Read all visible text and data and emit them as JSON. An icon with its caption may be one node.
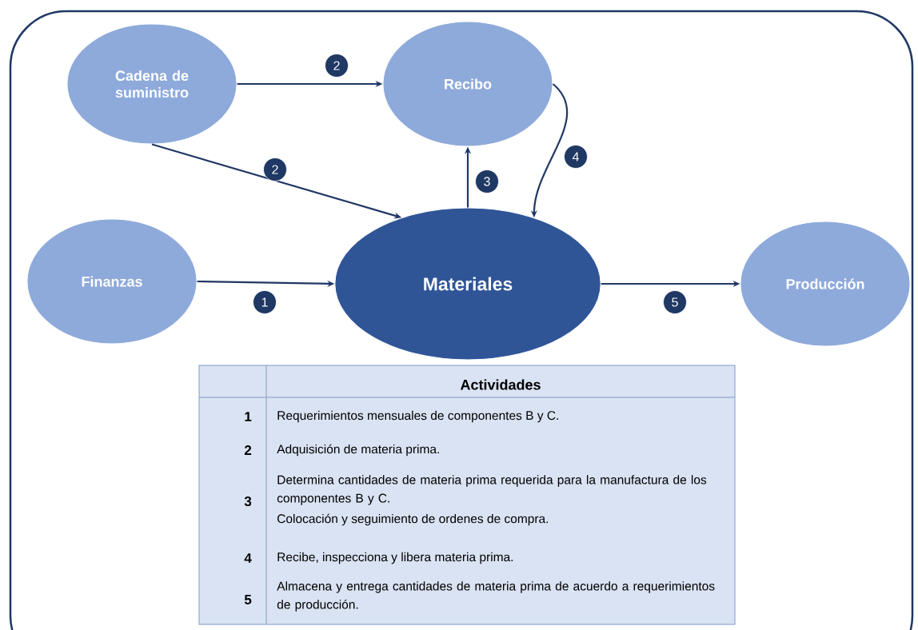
{
  "diagram": {
    "nodes": [
      {
        "text": [
          "Cadena de suministro"
        ]
      },
      {
        "text": [
          "Recibo"
        ]
      },
      {
        "text": [
          "Finanzas"
        ]
      },
      {
        "text": [
          "Materiales"
        ]
      },
      {
        "text": [
          "Producción"
        ]
      }
    ],
    "edges": [
      {
        "from": 0,
        "to": 1,
        "arrow": "to",
        "label": "2"
      },
      {
        "from": 0,
        "to": 3,
        "arrow": "to",
        "label": "2"
      },
      {
        "from": 3,
        "to": 1,
        "arrow": "to",
        "label": "3"
      },
      {
        "from": 1,
        "to": 3,
        "arrow": "to",
        "label": "4"
      },
      {
        "from": 2,
        "to": 3,
        "arrow": "to",
        "label": "1"
      },
      {
        "from": 3,
        "to": 4,
        "arrow": "to",
        "label": "5"
      }
    ],
    "labels": [
      "Actividades",
      "1",
      "Requerimientos mensuales de componentes B y C.",
      "2",
      "Adquisición de materia prima.",
      "3",
      "Determina cantidades de materia prima requerida para la manufactura de los componentes B y C.",
      "Colocación y seguimiento de ordenes de compra.",
      "4",
      "Recibe, inspecciona y libera materia prima.",
      "5",
      "Almacena y entrega cantidades de materia prima de acuerdo a requerimientos de producción."
    ]
  }
}
